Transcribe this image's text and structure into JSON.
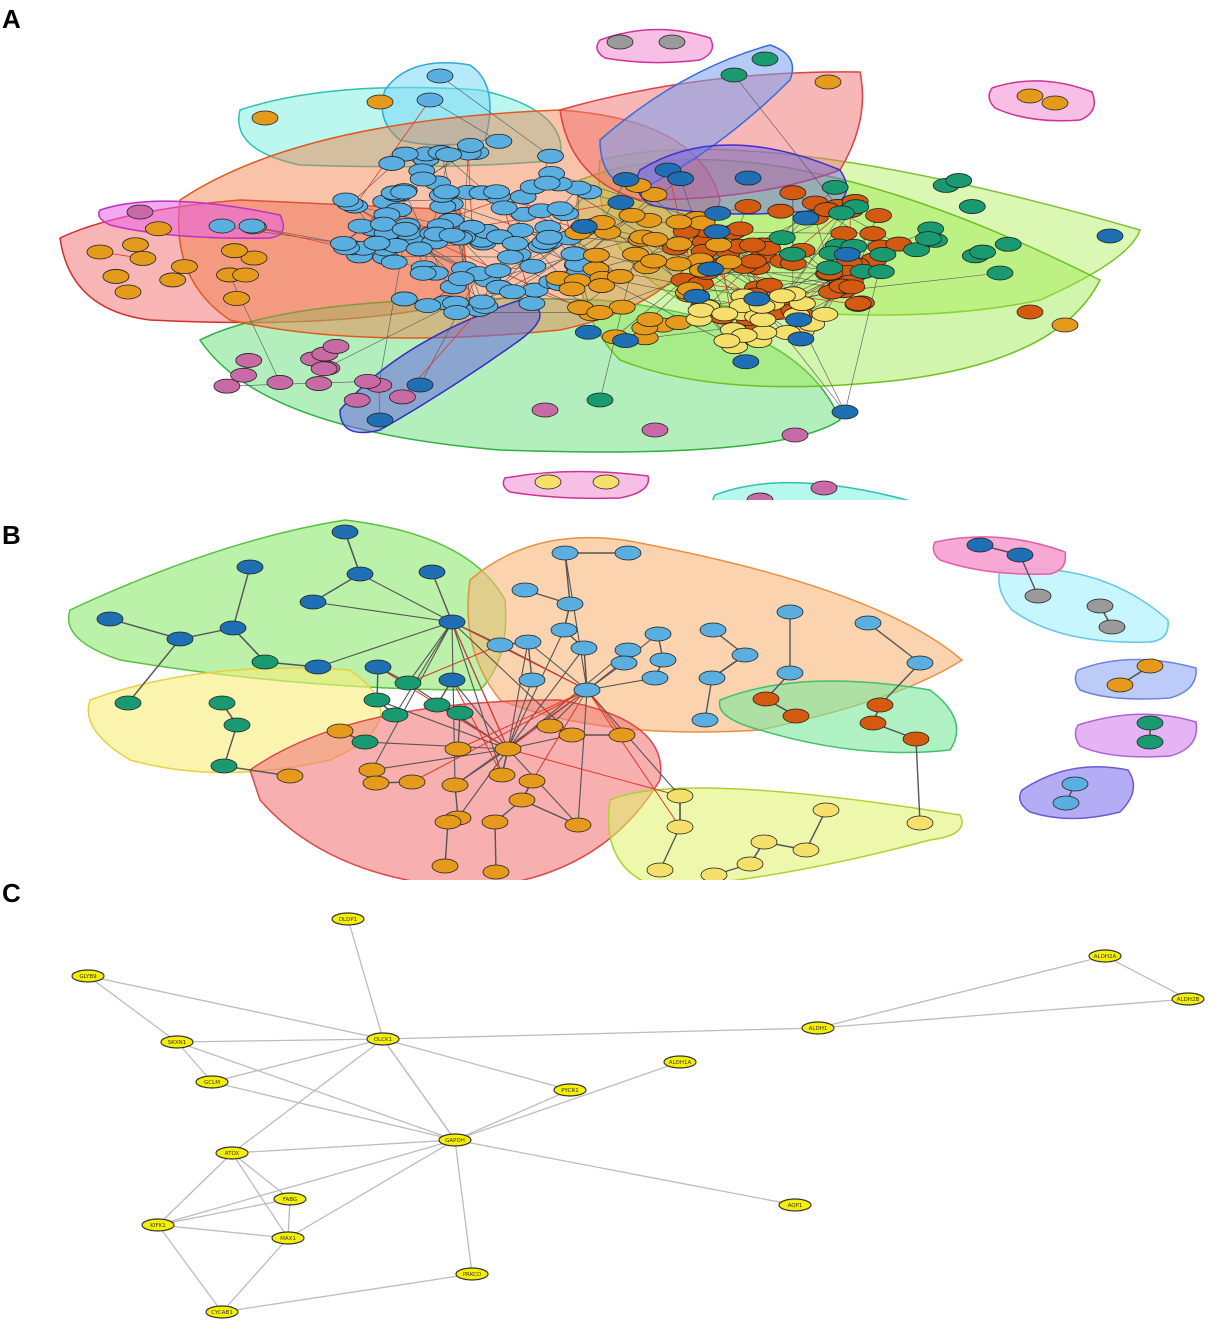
{
  "panels": {
    "a": {
      "letter": "A"
    },
    "b": {
      "letter": "B"
    },
    "c": {
      "letter": "C"
    }
  },
  "colors": {
    "light_blue": "#5aaee0",
    "dark_blue": "#1f6fb4",
    "teal": "#1a9a70",
    "orange": "#e59a1c",
    "dark_orange": "#d45a10",
    "yellow": "#f4e06a",
    "bright_yellow": "#f5ef00",
    "pink": "#c86aa6",
    "gray": "#9a9a9a",
    "edge_gray": "#555555",
    "edge_red": "#e23a2a",
    "edge_light": "#bcbcbc"
  },
  "panel_c_network": {
    "nodes": [
      {
        "id": "n1",
        "label": "DLDP1"
      },
      {
        "id": "n2",
        "label": "GLYB9"
      },
      {
        "id": "n3",
        "label": "SKXN1"
      },
      {
        "id": "n4",
        "label": "OLCK1"
      },
      {
        "id": "n5",
        "label": "GCLM"
      },
      {
        "id": "n6",
        "label": "PYCR1"
      },
      {
        "id": "n7",
        "label": "ALDH1A"
      },
      {
        "id": "n8",
        "label": "ALDH1"
      },
      {
        "id": "n9",
        "label": "ALDH2A"
      },
      {
        "id": "n10",
        "label": "ALDH2B"
      },
      {
        "id": "n11",
        "label": "GAPDH"
      },
      {
        "id": "n12",
        "label": "ATOX"
      },
      {
        "id": "n13",
        "label": "FABG"
      },
      {
        "id": "n14",
        "label": "KIFK1"
      },
      {
        "id": "n15",
        "label": "MAX1"
      },
      {
        "id": "n16",
        "label": "AQP1"
      },
      {
        "id": "n17",
        "label": "PRKCD"
      },
      {
        "id": "n18",
        "label": "CYCAB1"
      }
    ]
  }
}
